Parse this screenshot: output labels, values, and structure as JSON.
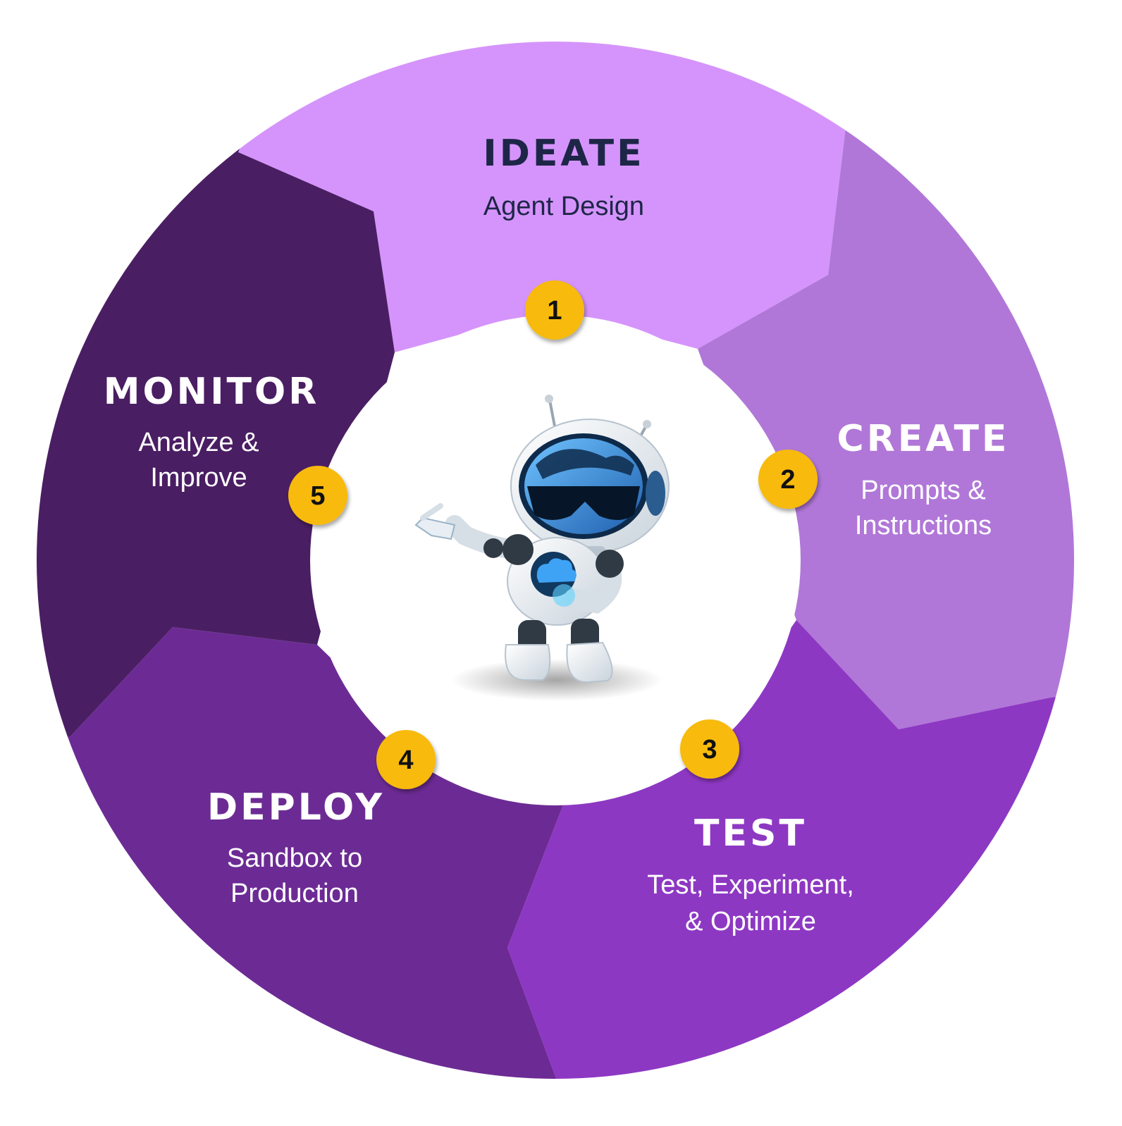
{
  "colors": {
    "ideate": "#D594FB",
    "create": "#B077D8",
    "test": "#8D38C3",
    "deploy": "#6C2B94",
    "monitor": "#4A1E63",
    "badge": "#F7BA0B",
    "badge_text": "#111111",
    "ideate_text": "#1E2648",
    "light_text": "#FFFFFF",
    "center": "#FFFFFF"
  },
  "stages": [
    {
      "id": "ideate",
      "number": "1",
      "title": "IDEATE",
      "subtitle_lines": [
        "Agent Design"
      ]
    },
    {
      "id": "create",
      "number": "2",
      "title": "CREATE",
      "subtitle_lines": [
        "Prompts &",
        "Instructions"
      ]
    },
    {
      "id": "test",
      "number": "3",
      "title": "TEST",
      "subtitle_lines": [
        "Test, Experiment,",
        "& Optimize"
      ]
    },
    {
      "id": "deploy",
      "number": "4",
      "title": "DEPLOY",
      "subtitle_lines": [
        "Sandbox to",
        "Production"
      ]
    },
    {
      "id": "monitor",
      "number": "5",
      "title": "MONITOR",
      "subtitle_lines": [
        "Analyze &",
        "Improve"
      ]
    }
  ],
  "center_icon": "robot-mascot-icon"
}
